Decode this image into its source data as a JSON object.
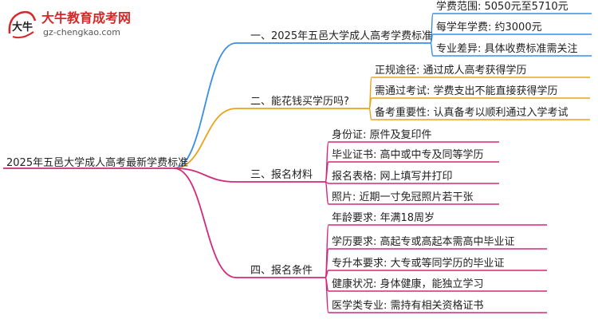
{
  "brand": {
    "name": "大牛教育成考网",
    "url": "gz-chengkao.com",
    "logo_glyph": "大牛"
  },
  "root": {
    "label": "2025年五邑大学成人高考最新学费标准"
  },
  "colors": {
    "root_line": "#c0307a",
    "branch_1": "#3a8ee6",
    "branch_2": "#e8a319",
    "branch_3": "#d4287a",
    "branch_4": "#d4287a"
  },
  "branches": [
    {
      "label": "一、2025年五邑大学成人高考学费标准",
      "children": [
        "学费范围: 5050元至5710元",
        "每学年学费: 约3000元",
        "专业差异: 具体收费标准需关注"
      ]
    },
    {
      "label": "二、能花钱买学历吗?",
      "children": [
        "正规途径: 通过成人高考获得学历",
        "需通过考试: 学费支出不能直接获得学历",
        "备考重要性: 认真备考以顺利通过入学考试"
      ]
    },
    {
      "label": "三、报名材料",
      "children": [
        "身份证: 原件及复印件",
        "毕业证书: 高中或中专及同等学历",
        "报名表格: 网上填写并打印",
        "照片: 近期一寸免冠照片若干张"
      ]
    },
    {
      "label": "四、报名条件",
      "children": [
        "年龄要求: 年满18周岁",
        "学历要求: 高起专或高起本需高中毕业证",
        "专升本要求: 大专或等同学历的毕业证",
        "健康状况: 身体健康，能独立学习",
        "医学类专业: 需持有相关资格证书"
      ]
    }
  ]
}
